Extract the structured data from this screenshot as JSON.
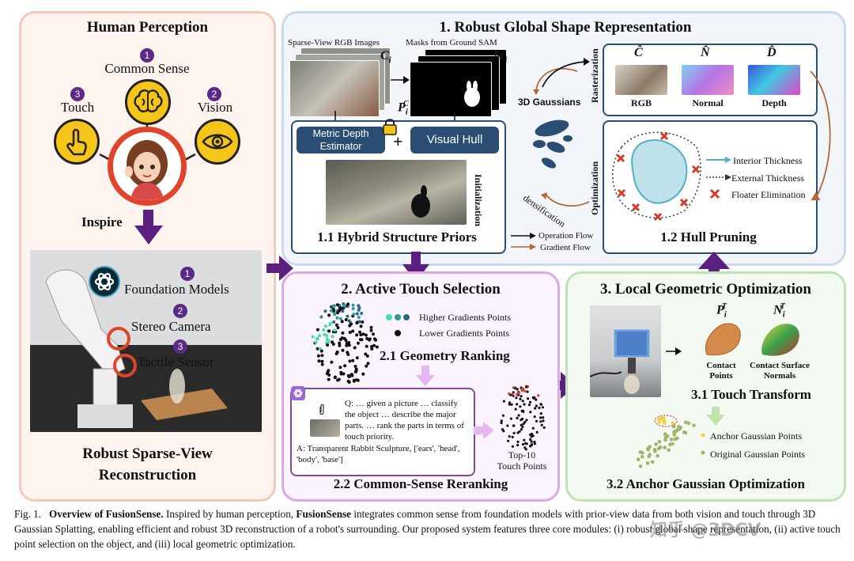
{
  "human_perception": {
    "title": "Human Perception",
    "common_sense_num": "1",
    "common_sense": "Common Sense",
    "vision_num": "2",
    "vision": "Vision",
    "touch_num": "3",
    "touch": "Touch",
    "inspire": "Inspire",
    "foundation_num": "1",
    "foundation": "Foundation Models",
    "stereo_num": "2",
    "stereo": "Stereo Camera",
    "tactile_num": "3",
    "tactile": "Tactile Sensor",
    "bottom_line1": "Robust Sparse-View",
    "bottom_line2": "Reconstruction"
  },
  "global_shape": {
    "title": "1. Robust Global Shape Representation",
    "rgb_images_label": "Sparse-View RGB Images",
    "masks_label": "Masks from Ground SAM",
    "c_i": "C",
    "m_i": "M",
    "p_i_c": "P",
    "metric_depth": "Metric Depth Estimator",
    "visual_hull": "Visual Hull",
    "plus": "+",
    "hybrid_title": "1.1 Hybrid Structure Priors",
    "gaussians_label": "3D Gaussians",
    "initialization": "Initialization",
    "densification": "densification",
    "rasterization": "Rasterization",
    "optimization": "Optimization",
    "c_hat": "Ĉ",
    "n_hat": "N̂",
    "d_hat": "D̂",
    "rgb": "RGB",
    "normal": "Normal",
    "depth": "Depth",
    "interior": "Interior Thickness",
    "external": "External Thickness",
    "floater": "Floater Elimination",
    "hull_title": "1.2 Hull Pruning",
    "operation_flow": "Operation Flow",
    "gradient_flow": "Gradient Flow"
  },
  "active_touch": {
    "title": "2. Active Touch Selection",
    "higher": "Higher Gradients Points",
    "lower": "Lower Gradients Points",
    "geometry_ranking": "2.1 Geometry Ranking",
    "q_text": "Q: … given a picture … classify the object … describe the major parts. … rank the parts in terms of touch priority.",
    "a_text": "A: Transparent Rabbit Sculpture,   ['ears', 'head', 'body', 'base']",
    "top10_line1": "Top-10",
    "top10_line2": "Touch Points",
    "reranking": "2.2 Common-Sense Reranking"
  },
  "local_opt": {
    "title": "3. Local Geometric Optimization",
    "p_i_t": "P",
    "n_i_t": "N",
    "contact_points_1": "Contact",
    "contact_points_2": "Points",
    "contact_normals_1": "Contact Surface",
    "contact_normals_2": "Normals",
    "touch_transform": "3.1 Touch Transform",
    "anchor": "Anchor Gaussian Points",
    "original": "Original Gaussian Points",
    "anchor_opt": "3.2 Anchor Gaussian Optimization"
  },
  "caption": {
    "fig": "Fig. 1.",
    "heading": "Overview of FusionSense.",
    "text_1": " Inspired by human perception, ",
    "brand": "FusionSense",
    "text_2": " integrates common sense from foundation models with prior-view data from both vision and touch through 3D Gaussian Splatting, enabling efficient and robust 3D reconstruction of a robot's surrounding. Our proposed system features three core modules: (i) robust global shape representation, (ii) active touch point selection on the object, and (iii) local geometric optimization."
  },
  "watermark": "知乎 @3DCV",
  "colors": {
    "human_panel": "#f4c2b0",
    "global_panel": "#c8daf0",
    "active_panel": "#dca8e8",
    "local_panel": "#bfe3b5",
    "purple_arrow": "#5b1f80",
    "dark_box": "#2a4e73",
    "brown_arrow": "#b3663a",
    "yellow": "#f5c518",
    "red_ring": "#e0452c"
  }
}
